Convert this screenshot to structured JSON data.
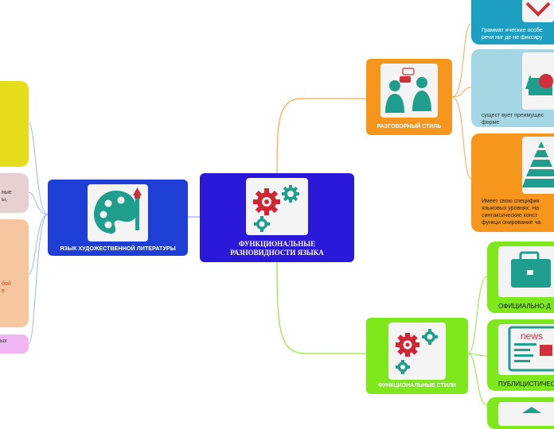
{
  "central": {
    "title_line1": "ФУНКЦИОНАЛЬНЫЕ",
    "title_line2": "РАЗНОВИДНОСТИ ЯЗЫКА"
  },
  "left_main": {
    "label": "ЯЗЫК ХУДОЖЕСТВЕННОЙ ЛИТЕРАТУРЫ"
  },
  "left_partial": {
    "pink_line1": "ные",
    "pink_line2": "ы,",
    "orange_line1": "бой",
    "orange_line2": "в",
    "violet_text": "ых"
  },
  "right_top": {
    "label": "РАЗГОВОРНЫЙ СТИЛЬ",
    "child1": {
      "line1": "Граммат ические особе",
      "line2": "речи ниг де не фиксиру"
    },
    "child2": {
      "line1": "сущест вует преимущес",
      "line2": "форме"
    },
    "child3": {
      "line1": "Имеет свою специфик",
      "line2": "языковых уровнях. На",
      "line3": "синтаксические конст",
      "line4": "функци онирование ча"
    }
  },
  "right_bottom": {
    "label": "ФУНКЦИОНАЛЬНЫЕ СТИЛИ",
    "child1": {
      "label": "ОФИЦИАЛЬНО-Д"
    },
    "child2": {
      "label": "ПУБЛИЦИСТИЧЕС",
      "news_text": "news"
    }
  },
  "colors": {
    "central": "#2b19d9",
    "left_main": "#1e3fd6",
    "yellow": "#e5dd1c",
    "pink": "#e8cfd1",
    "peach": "#f6c6a0",
    "violet": "#f0b6f2",
    "orange": "#f7961c",
    "teal_dark": "#1c9fc1",
    "teal_light": "#a4d6e3",
    "green": "#7ee81c"
  }
}
